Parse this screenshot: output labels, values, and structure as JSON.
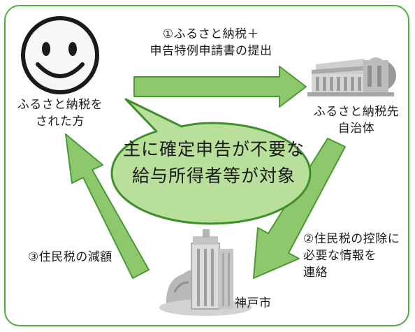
{
  "diagram": {
    "center_bubble": {
      "line1": "主に確定申告が不要な",
      "line2": "給与所得者等が対象"
    },
    "taxpayer": {
      "line1": "ふるさと納税を",
      "line2": "された方",
      "icon": "smiley-face-icon"
    },
    "municipality": {
      "line1": "ふるさと納税先",
      "line2": "自治体",
      "icon": "city-hall-building-icon"
    },
    "kobe": {
      "label": "神戸市",
      "icon": "kobe-city-hall-tower-icon"
    },
    "steps": {
      "step1": {
        "line1": "①ふるさと納税＋",
        "line2": "申告特例申請書の提出"
      },
      "step2": {
        "line1": "②住民税の控除に",
        "line2": "必要な情報を",
        "line3": "連絡"
      },
      "step3": {
        "label": "③住民税の減額"
      }
    },
    "colors": {
      "frame": "#4caf3a",
      "arrow_fill": "#8dc96c",
      "arrow_stroke": "#4a9a34",
      "bubble_fill": "#b9e09b",
      "bubble_stroke": "#3f8f2c",
      "smiley_fill": "#f7f7f7",
      "building_gray": "#b8b8b8"
    }
  }
}
